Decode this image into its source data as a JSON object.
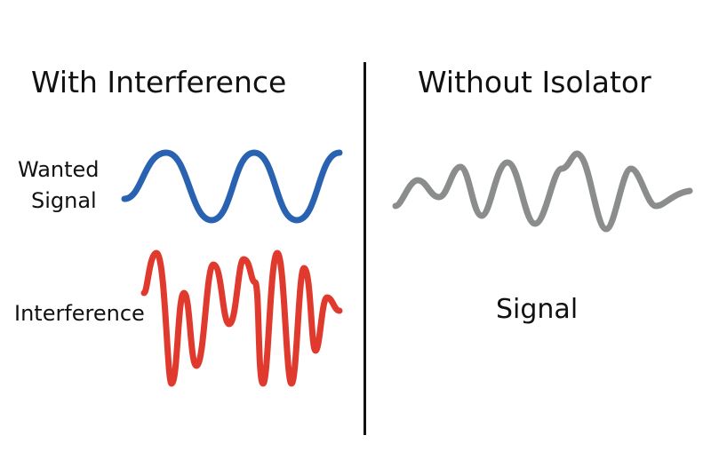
{
  "left_panel": {
    "heading": "With Interference",
    "wanted_label_line1": "Wanted",
    "wanted_label_line2": "Signal",
    "interference_label": "Interference"
  },
  "right_panel": {
    "heading": "Without Isolator",
    "signal_label": "Signal"
  },
  "colors": {
    "wanted_wave": "#2a62b2",
    "interference_wave": "#e03a2e",
    "result_wave": "#8a8d8c",
    "divider": "#111111"
  },
  "icons": [
    "blue-sine-wave",
    "red-interference-wave",
    "gray-distorted-wave"
  ]
}
